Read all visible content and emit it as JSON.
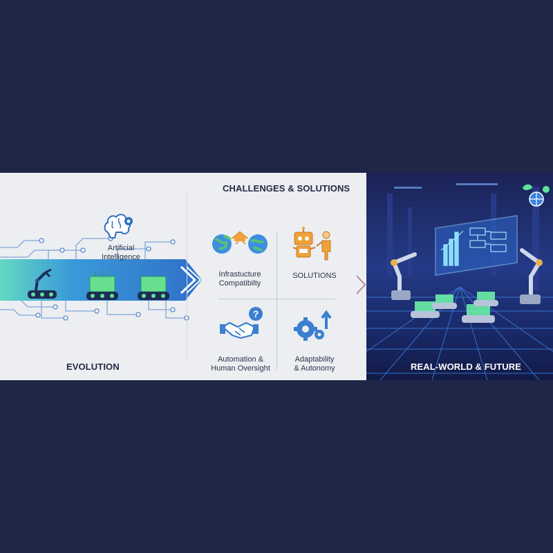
{
  "evolution": {
    "title": "EVOLUTION",
    "ai_label_line1": "Artificial",
    "ai_label_line2": "Intelligence",
    "brain_icon": "brain-gear-icon"
  },
  "challenges": {
    "title": "CHALLENGES & SOLUTIONS",
    "items": [
      {
        "line1": "Infrastucture",
        "line2": "Compatibilty",
        "icon": "globe-bridge-icon"
      },
      {
        "line1": "SOLUTIONS",
        "line2": "",
        "icon": "robot-person-icon"
      },
      {
        "line1": "Automation &",
        "line2": "Human Oversight",
        "icon": "handshake-question-icon"
      },
      {
        "line1": "Adaptability",
        "line2": "& Autonomy",
        "icon": "gears-arrow-icon"
      }
    ]
  },
  "future": {
    "title": "REAL-WORLD & FUTURE",
    "icon": "globe-gear-leaf-icon"
  },
  "colors": {
    "page_bg": "#1f2647",
    "light_panel": "#eceef1",
    "accent_blue": "#3b7fd0",
    "accent_green": "#5fe39a",
    "accent_orange": "#f0a13a"
  }
}
